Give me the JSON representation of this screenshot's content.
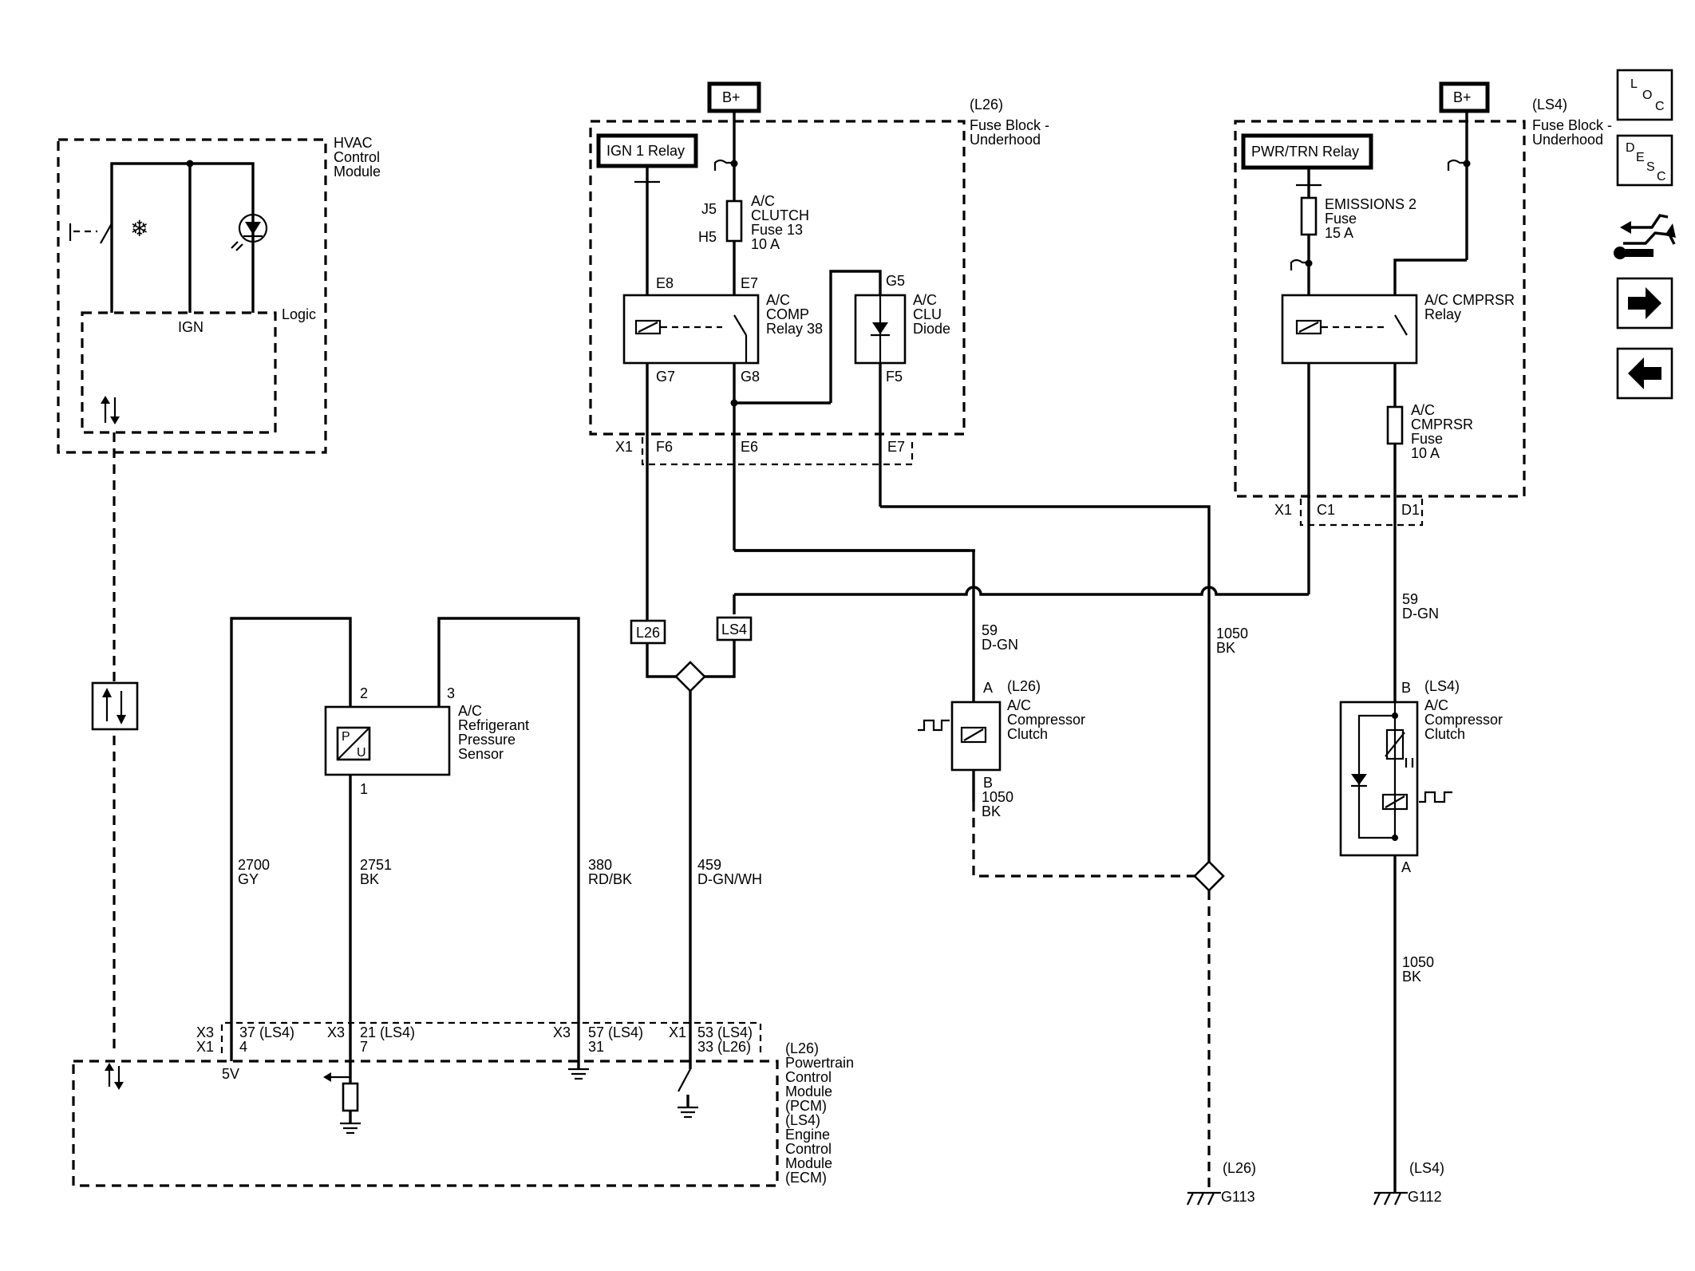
{
  "diagram": {
    "hvac": {
      "name": "HVAC\nControl\nModule",
      "logic": "Logic",
      "ign": "IGN"
    },
    "fuse_l26": {
      "variant": "(L26)",
      "name": "Fuse Block -\nUnderhood",
      "bplus": "B+",
      "relay1": "IGN 1 Relay",
      "fuse_conn_top": "J5",
      "fuse_conn_bot": "H5",
      "fuse_label": "A/C\nCLUTCH\nFuse 13\n10 A",
      "e8": "E8",
      "e7": "E7",
      "g5": "G5",
      "g7": "G7",
      "g8": "G8",
      "f5": "F5",
      "relay_label": "A/C\nCOMP\nRelay 38",
      "diode_label": "A/C\nCLU\nDiode",
      "x1": "X1",
      "f6": "F6",
      "e6": "E6",
      "e7b": "E7"
    },
    "fuse_ls4": {
      "variant": "(LS4)",
      "name": "Fuse Block -\nUnderhood",
      "bplus": "B+",
      "relay1": "PWR/TRN Relay",
      "fuse1_label": "EMISSIONS 2\nFuse\n15 A",
      "relay_label": "A/C CMPRSR\nRelay",
      "fuse2_label": "A/C\nCMPRSR\nFuse\n10 A",
      "x1": "X1",
      "c1": "C1",
      "d1": "D1"
    },
    "variant_boxes": {
      "l26": "L26",
      "ls4": "LS4"
    },
    "sensor": {
      "pin2": "2",
      "pin3": "3",
      "pin1": "1",
      "label": "A/C\nRefrigerant\nPressure\nSensor",
      "p": "P",
      "u": "U"
    },
    "wires": {
      "w2700": "2700\nGY",
      "w2751": "2751\nBK",
      "w380": "380\nRD/BK",
      "w459": "459\nD-GN/WH",
      "w59a": "59\nD-GN",
      "w1050a": "1050\nBK",
      "w1050b": "1050\nBK",
      "w59b": "59\nD-GN",
      "w1050c": "1050\nBK"
    },
    "clutch_l26": {
      "variant": "(L26)",
      "pin_a": "A",
      "pin_b": "B",
      "label": "A/C\nCompressor\nClutch"
    },
    "clutch_ls4": {
      "variant": "(LS4)",
      "pin_b": "B",
      "pin_a": "A",
      "label": "A/C\nCompressor\nClutch"
    },
    "pcm": {
      "label": "(L26)\nPowertrain\nControl\nModule\n(PCM)\n(LS4)\nEngine\nControl\nModule\n(ECM)",
      "c1_conn": "X3\nX1",
      "c1_pins": "37 (LS4)\n4",
      "c2_conn": "X3",
      "c2_pins": "21 (LS4)\n7",
      "c3_conn": "X3",
      "c3_pins": "57 (LS4)\n31",
      "c4_conn": "X1",
      "c4_pins": "53 (LS4)\n33 (L26)",
      "v5": "5V"
    },
    "grounds": {
      "g113_variant": "(L26)",
      "g113": "G113",
      "g112_variant": "(LS4)",
      "g112": "G112"
    },
    "snow_icon": "❄"
  },
  "nav": {
    "loc": {
      "l": "L",
      "o": "O",
      "c": "C"
    },
    "desc": {
      "d": "D",
      "e": "E",
      "s": "S",
      "c": "C"
    },
    "forward_icon": "arrow-right-icon",
    "back_icon": "arrow-left-icon",
    "connector_icon": "connector-tool-icon"
  }
}
